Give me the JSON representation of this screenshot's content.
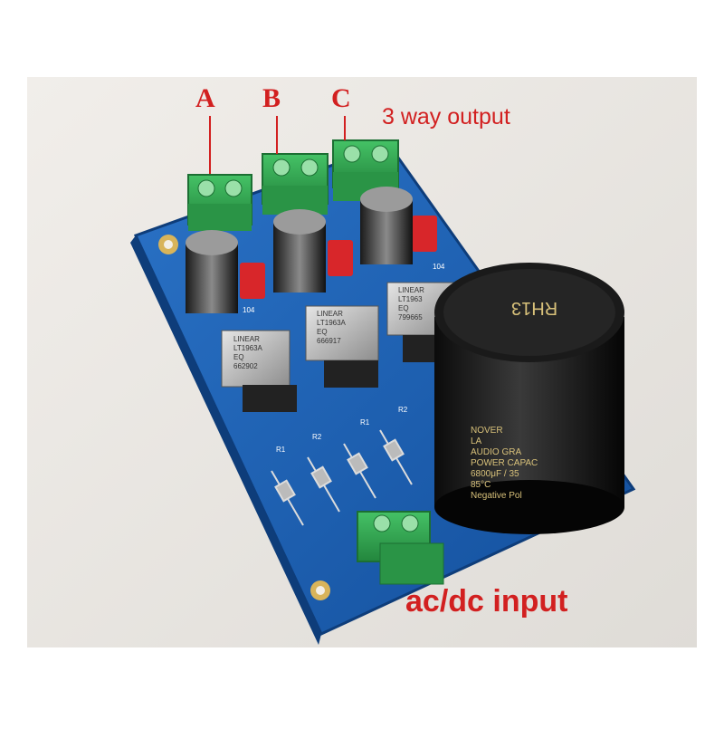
{
  "labels": {
    "output_a": "A",
    "output_b": "B",
    "output_c": "C",
    "output_caption": "3 way output",
    "input_caption": "ac/dc input"
  },
  "components": {
    "regulator_1": {
      "brand": "LINEAR",
      "part": "LT1963A",
      "suffix": "EQ",
      "code": "662902"
    },
    "regulator_2": {
      "brand": "LINEAR",
      "part": "LT1963A",
      "suffix": "EQ",
      "code": "666917"
    },
    "regulator_3": {
      "brand": "LINEAR",
      "part": "LT1963",
      "suffix": "EQ",
      "code": "799665"
    },
    "main_capacitor": {
      "top_marking": "RH13",
      "brand": "NOVER",
      "line1": "LA",
      "line2": "AUDIO GRA",
      "line3": "POWER CAPAC",
      "line4": "6800μF / 35",
      "line5": "85°C",
      "line6": "Negative Pol"
    },
    "silkscreen": {
      "c104_a": "104",
      "c104_b": "104",
      "r1_a": "R1",
      "r2_a": "R2",
      "r1_b": "R1",
      "r2_b": "R2"
    }
  },
  "colors": {
    "pcb": "#1a5fb4",
    "terminal": "#2fa84f",
    "label": "#d22020",
    "film_cap": "#d8262a"
  }
}
